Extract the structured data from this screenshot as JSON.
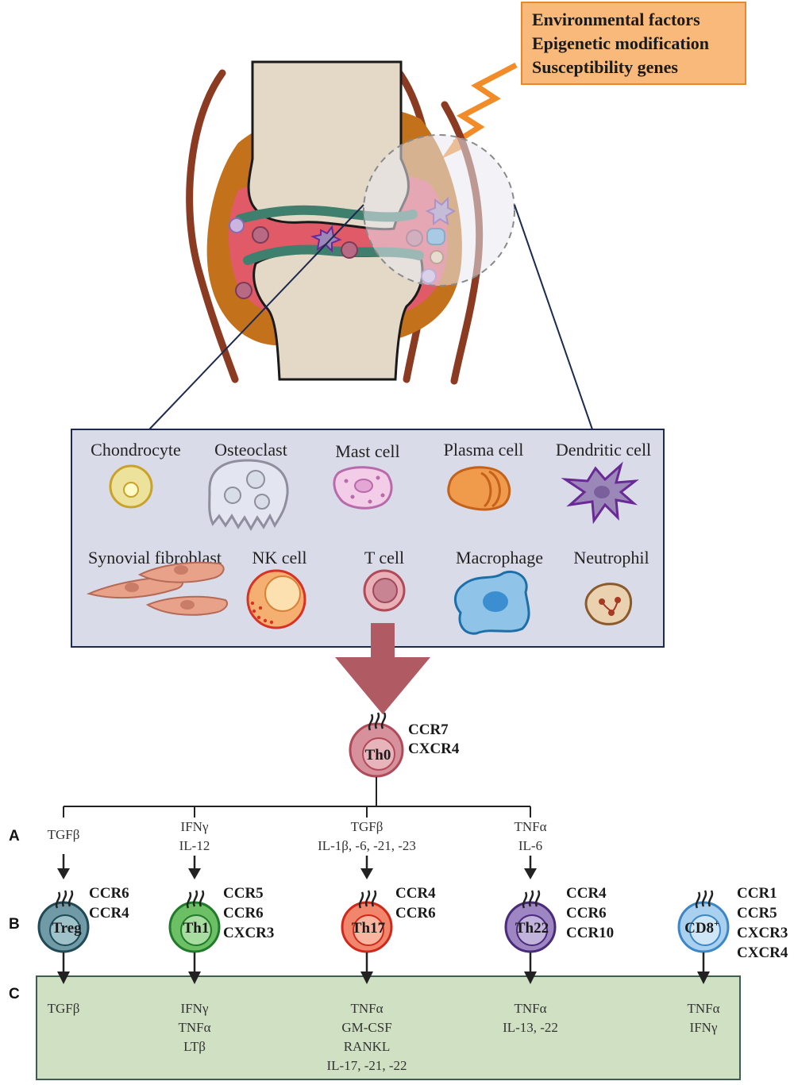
{
  "factors": [
    "Environmental factors",
    "Epigenetic modification",
    "Susceptibility genes"
  ],
  "cell_types": [
    "Chondrocyte",
    "Osteoclast",
    "Mast cell",
    "Plasma cell",
    "Dendritic cell",
    "Synovial fibroblast",
    "NK cell",
    "T cell",
    "Macrophage",
    "Neutrophil"
  ],
  "th0": {
    "name": "Th0",
    "receptors": [
      "CCR7",
      "CXCR4"
    ]
  },
  "row_labels": [
    "A",
    "B",
    "C"
  ],
  "subsets": [
    {
      "name": "Treg",
      "inducers": [
        "TGFβ"
      ],
      "receptors": [
        "CCR6",
        "CCR4"
      ],
      "products": [
        "TGFβ"
      ],
      "color": "#4f7f8c"
    },
    {
      "name": "Th1",
      "inducers": [
        "IFNγ",
        "IL-12"
      ],
      "receptors": [
        "CCR5",
        "CCR6",
        "CXCR3"
      ],
      "products": [
        "IFNγ",
        "TNFα",
        "LTβ"
      ],
      "color": "#2f9a3a"
    },
    {
      "name": "Th17",
      "inducers": [
        "TGFβ",
        "IL-1β, -6, -21, -23"
      ],
      "receptors": [
        "CCR4",
        "CCR6"
      ],
      "products": [
        "TNFα",
        "GM-CSF",
        "RANKL",
        "IL-17, -21, -22"
      ],
      "color": "#e0412f"
    },
    {
      "name": "Th22",
      "inducers": [
        "TNFα",
        "IL-6"
      ],
      "receptors": [
        "CCR4",
        "CCR6",
        "CCR10"
      ],
      "products": [
        "TNFα",
        "IL-13, -22"
      ],
      "color": "#6e4a9c"
    },
    {
      "name": "CD8",
      "name_sup": "+",
      "inducers": [],
      "receptors": [
        "CCR1",
        "CCR5",
        "CXCR3",
        "CXCR4"
      ],
      "products": [
        "TNFα",
        "IFNγ"
      ],
      "color": "#5aa6dc"
    }
  ],
  "colors": {
    "factor_box": "#f9b97a",
    "factor_border": "#e8872e",
    "bolt": "#f28c28",
    "cell_panel": "#d9dce8",
    "cell_panel_border": "#1c2a4f",
    "product_panel": "#cfe0c3",
    "product_panel_border": "#3d5e4e",
    "big_arrow": "#b05a64",
    "synovium": "#e05a68",
    "capsule": "#c4711b",
    "cartilage": "#3f7f6e",
    "bone": "#e4d9c6",
    "skin": "#8b3b22"
  }
}
